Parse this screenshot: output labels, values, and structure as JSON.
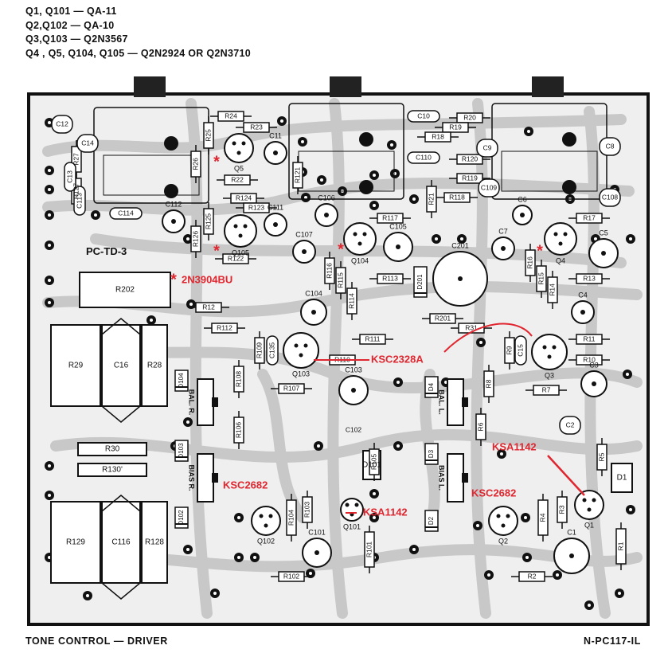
{
  "notes": [
    "Q1, Q101 — QA-11",
    "Q2,Q102 — QA-10",
    "Q3,Q103 — Q2N3567",
    "Q4 , Q5, Q104, Q105 — Q2N2924 OR Q2N3710"
  ],
  "board_label": "PC-TD-3",
  "footer_left": "TONE CONTROL — DRIVER",
  "footer_right": "N-PC117-IL",
  "colors": {
    "annotation": "#e0262f",
    "ink": "#111111",
    "trace": "#c8c8c8",
    "board": "#efefef"
  },
  "boxes": [
    {
      "id": "R202",
      "label": "R202"
    },
    {
      "id": "R29",
      "label": "R29"
    },
    {
      "id": "C16",
      "label": "C16"
    },
    {
      "id": "R28",
      "label": "R28"
    },
    {
      "id": "R129",
      "label": "R129"
    },
    {
      "id": "C116",
      "label": "C116"
    },
    {
      "id": "R128",
      "label": "R128"
    },
    {
      "id": "R30",
      "label": "R30"
    },
    {
      "id": "R130p",
      "label": "R130'"
    },
    {
      "id": "D101",
      "label": "D101"
    },
    {
      "id": "D1",
      "label": "D1"
    }
  ],
  "resistors": [
    {
      "label": "R24"
    },
    {
      "label": "R23"
    },
    {
      "label": "R22"
    },
    {
      "label": "R124"
    },
    {
      "label": "R123"
    },
    {
      "label": "R122"
    },
    {
      "label": "R20"
    },
    {
      "label": "R19"
    },
    {
      "label": "R18"
    },
    {
      "label": "R120"
    },
    {
      "label": "R119"
    },
    {
      "label": "R118"
    },
    {
      "label": "R117"
    },
    {
      "label": "R17"
    },
    {
      "label": "R113"
    },
    {
      "label": "R13"
    },
    {
      "label": "R201"
    },
    {
      "label": "R31"
    },
    {
      "label": "R12"
    },
    {
      "label": "R112"
    },
    {
      "label": "R111"
    },
    {
      "label": "R110"
    },
    {
      "label": "R11"
    },
    {
      "label": "R10"
    },
    {
      "label": "R107"
    },
    {
      "label": "R7"
    },
    {
      "label": "R102"
    },
    {
      "label": "R2"
    },
    {
      "label": "R25"
    },
    {
      "label": "R26"
    },
    {
      "label": "R27"
    },
    {
      "label": "R127"
    },
    {
      "label": "R125"
    },
    {
      "label": "R126"
    },
    {
      "label": "R121"
    },
    {
      "label": "R21"
    },
    {
      "label": "R116"
    },
    {
      "label": "R115"
    },
    {
      "label": "R114"
    },
    {
      "label": "R16"
    },
    {
      "label": "R15"
    },
    {
      "label": "R14"
    },
    {
      "label": "R109"
    },
    {
      "label": "R9"
    },
    {
      "label": "R108"
    },
    {
      "label": "R106"
    },
    {
      "label": "R8"
    },
    {
      "label": "R6"
    },
    {
      "label": "R105"
    },
    {
      "label": "R104"
    },
    {
      "label": "R103"
    },
    {
      "label": "R101"
    },
    {
      "label": "R4"
    },
    {
      "label": "R3"
    },
    {
      "label": "R5"
    },
    {
      "label": "R1"
    }
  ],
  "small_caps": [
    {
      "label": "C12"
    },
    {
      "label": "C14"
    },
    {
      "label": "C13"
    },
    {
      "label": "C113"
    },
    {
      "label": "C114"
    },
    {
      "label": "C10"
    },
    {
      "label": "C110"
    },
    {
      "label": "C9"
    },
    {
      "label": "C109"
    },
    {
      "label": "C8"
    },
    {
      "label": "C108"
    },
    {
      "label": "C135"
    },
    {
      "label": "C15"
    },
    {
      "label": "C102"
    },
    {
      "label": "C2"
    }
  ],
  "elec_caps": [
    {
      "label": "C11"
    },
    {
      "label": "C112"
    },
    {
      "label": "C111"
    },
    {
      "label": "C106"
    },
    {
      "label": "C105"
    },
    {
      "label": "C107"
    },
    {
      "label": "C104"
    },
    {
      "label": "C6"
    },
    {
      "label": "C7"
    },
    {
      "label": "C5"
    },
    {
      "label": "C4"
    },
    {
      "label": "C103"
    },
    {
      "label": "C3"
    },
    {
      "label": "C101"
    },
    {
      "label": "C1"
    },
    {
      "label": "C201"
    }
  ],
  "transistors": [
    {
      "label": "Q5"
    },
    {
      "label": "Q105"
    },
    {
      "label": "Q104"
    },
    {
      "label": "Q4"
    },
    {
      "label": "Q103"
    },
    {
      "label": "Q3"
    },
    {
      "label": "Q102"
    },
    {
      "label": "Q101"
    },
    {
      "label": "Q2"
    },
    {
      "label": "Q1"
    }
  ],
  "diodes": [
    {
      "label": "D201"
    },
    {
      "label": "D104"
    },
    {
      "label": "D103"
    },
    {
      "label": "D102"
    },
    {
      "label": "D4"
    },
    {
      "label": "D3"
    },
    {
      "label": "D2"
    }
  ],
  "pots": [
    {
      "label": "BAL. R."
    },
    {
      "label": "BIAS R."
    },
    {
      "label": "BAL. L."
    },
    {
      "label": "BIAS L."
    }
  ],
  "annotations": [
    {
      "text": "2N3904BU"
    },
    {
      "text": "KSC2328A"
    },
    {
      "text": "KSC2682"
    },
    {
      "text": "KSA1142"
    },
    {
      "text": "KSA1142"
    },
    {
      "text": "KSC2682"
    }
  ]
}
